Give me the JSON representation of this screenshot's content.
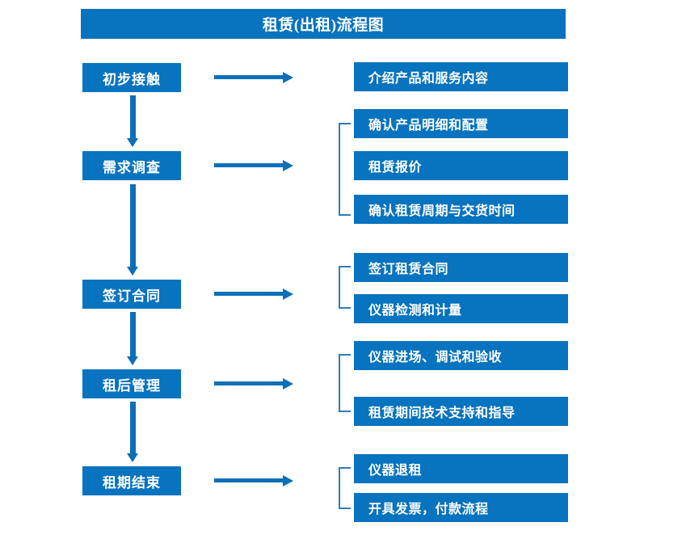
{
  "title": "租赁(出租)流程图",
  "colors": {
    "box_fill": "#0873BE",
    "box_text": "#FFFFFF",
    "arrow": "#0C6FB8",
    "bracket": "#2C7BBF",
    "background": "#FFFFFF"
  },
  "stages": [
    {
      "label": "初步接触"
    },
    {
      "label": "需求调查"
    },
    {
      "label": "签订合同"
    },
    {
      "label": "租后管理"
    },
    {
      "label": "租期结束"
    }
  ],
  "details": [
    {
      "label": "介绍产品和服务内容"
    },
    {
      "label": "确认产品明细和配置"
    },
    {
      "label": "租赁报价"
    },
    {
      "label": "确认租赁周期与交货时间"
    },
    {
      "label": "签订租赁合同"
    },
    {
      "label": "仪器检测和计量"
    },
    {
      "label": "仪器进场、调试和验收"
    },
    {
      "label": "租赁期间技术支持和指导"
    },
    {
      "label": "仪器退租"
    },
    {
      "label": "开具发票，付款流程"
    }
  ],
  "icons": {
    "right_arrow": "right-arrow-icon",
    "down_arrow": "down-arrow-icon",
    "bracket": "group-bracket-icon"
  }
}
